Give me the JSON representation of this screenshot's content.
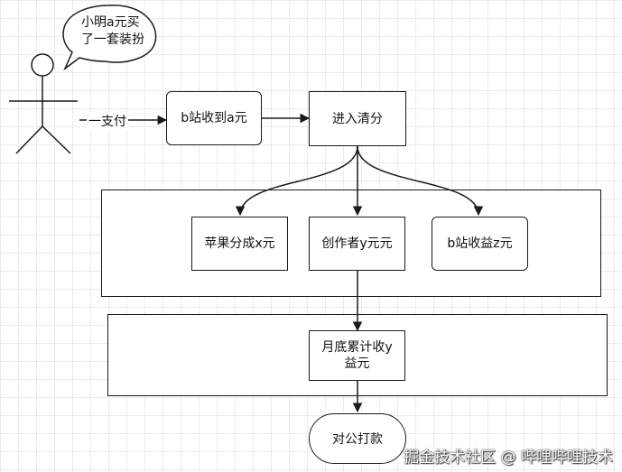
{
  "actor": {
    "bubble_line1": "小明a元买",
    "bubble_line2": "了一套装扮"
  },
  "flow": {
    "pay_label": "一支付",
    "receive_box": "b站收到a元",
    "settle_box": "进入清分",
    "split": {
      "apple": "苹果分成x元",
      "creator": "创作者y元元",
      "bilibili": "b站收益z元"
    },
    "monthly_line1": "月底累计收y",
    "monthly_line2": "益元",
    "transfer": "对公打款"
  },
  "watermark": "掘金技术社区 @ 哔哩哔哩技术"
}
